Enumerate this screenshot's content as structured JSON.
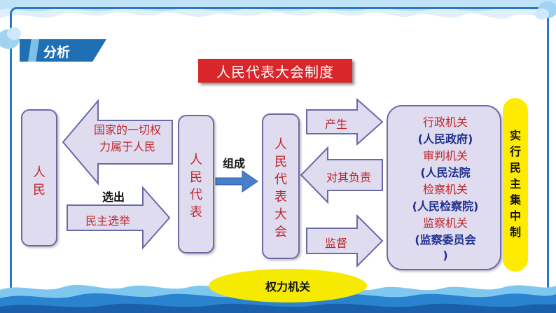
{
  "section_tag": "分析",
  "title": "人民代表大会制度",
  "people_box": "人民",
  "arrow_left_label": "国家的一切权力属于人民",
  "arrow_left_lines": [
    "国家的一切权",
    "力属于人民"
  ],
  "elect_label": "选出",
  "arrow_right_label": "民主选举",
  "reps_box": "人民代表",
  "compose_label": "组成",
  "congress_box": "人民代表大会",
  "arrow_produce_label": "产生",
  "arrow_responsible_label": "对其负责",
  "arrow_supervise_label": "监督",
  "organs": [
    {
      "text": "行政机关",
      "style": "red"
    },
    {
      "text": "(人民政府)",
      "style": "blue"
    },
    {
      "text": "审判机关",
      "style": "red"
    },
    {
      "text": "(人民法院",
      "style": "blue"
    },
    {
      "text": "检察机关",
      "style": "red"
    },
    {
      "text": "(人民检察院)",
      "style": "blue"
    },
    {
      "text": "监察机关",
      "style": "red"
    },
    {
      "text": "(监察委员会",
      "style": "blue"
    },
    {
      "text": ")",
      "style": "blue"
    }
  ],
  "centralism_label": "实行民主集中制",
  "power_organ_label": "权力机关",
  "colors": {
    "accent_red": "#c0252a",
    "box_fill": "#dfdcf0",
    "yellow": "#ffeb00",
    "tag_blue": "#1f6fb5"
  }
}
